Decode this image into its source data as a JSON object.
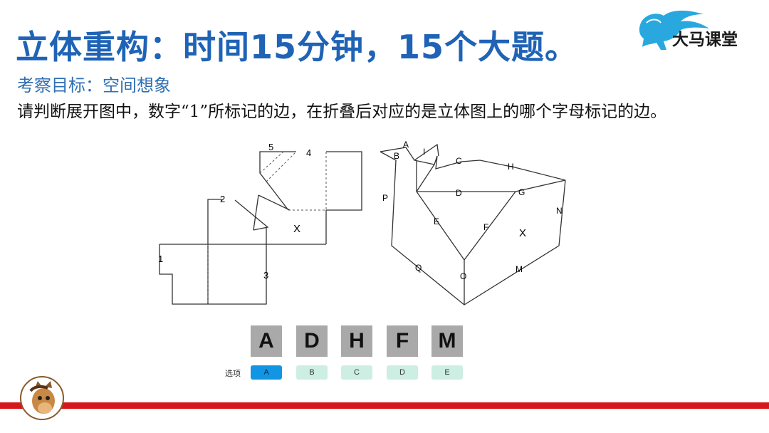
{
  "header": {
    "title": "立体重构：时间15分钟，15个大题。",
    "subtitle": "考察目标：空间想象",
    "question": "请判断展开图中，数字“1”所标记的边，在折叠后对应的是立体图上的哪个字母标记的边。"
  },
  "brand": {
    "name": "大马课堂",
    "icon": "horse-logo-icon",
    "color": "#29a8e0"
  },
  "net_labels": [
    "1",
    "2",
    "3",
    "4",
    "5",
    "X"
  ],
  "solid_labels": [
    "A",
    "B",
    "I",
    "C",
    "H",
    "D",
    "G",
    "P",
    "N",
    "E",
    "F",
    "X",
    "Q",
    "O",
    "M"
  ],
  "answer_tiles": [
    "A",
    "D",
    "H",
    "F",
    "M"
  ],
  "options": {
    "caption": "选项",
    "items": [
      {
        "label": "A",
        "selected": true
      },
      {
        "label": "B",
        "selected": false
      },
      {
        "label": "C",
        "selected": false
      },
      {
        "label": "D",
        "selected": false
      },
      {
        "label": "E",
        "selected": false
      }
    ]
  },
  "footer": {
    "mascot": "cartoon-horse-icon",
    "bar_color": "#d6171b"
  },
  "colors": {
    "title": "#1f63b6",
    "subtitle": "#2f6fb3",
    "selected_option": "#1296e4",
    "option_bg": "#cdeee3"
  }
}
